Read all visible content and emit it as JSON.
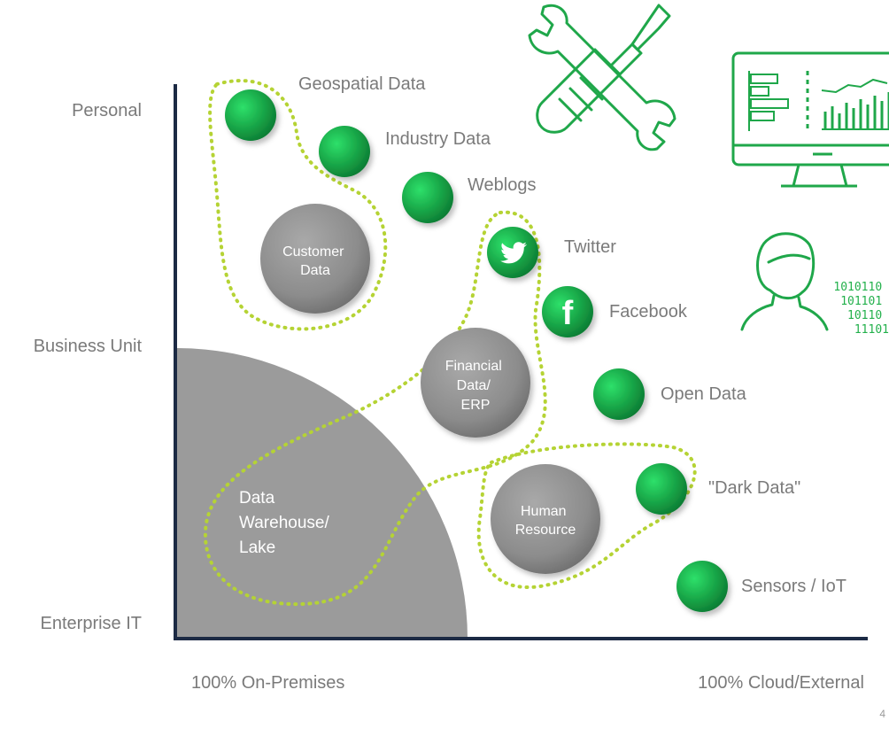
{
  "axes": {
    "y_labels": {
      "personal": "Personal",
      "business_unit": "Business Unit",
      "enterprise_it": "Enterprise IT"
    },
    "x_labels": {
      "on_premises": "100% On-Premises",
      "cloud_external": "100% Cloud/External"
    }
  },
  "bubbles": {
    "geospatial": "Geospatial Data",
    "industry": "Industry Data",
    "weblogs": "Weblogs",
    "twitter": "Twitter",
    "facebook": "Facebook",
    "open_data": "Open Data",
    "dark_data": "\"Dark Data\"",
    "sensors": "Sensors / IoT"
  },
  "gray_bubbles": {
    "customer_data": [
      "Customer",
      "Data"
    ],
    "financial_data": [
      "Financial",
      "Data/",
      "ERP"
    ],
    "human_resource": [
      "Human",
      "Resource"
    ]
  },
  "data_warehouse": [
    "Data",
    "Warehouse/",
    "Lake"
  ],
  "binary_lines": [
    "1010110",
    "101101",
    "10110",
    "11101"
  ],
  "page_number": "4",
  "colors": {
    "green_bubble": "#1aa84a",
    "gray_bubble": "#8f8f8f",
    "axis": "#1c2a44",
    "quarter_circle": "#9b9b9b",
    "dotted_outline": "#b5d334",
    "icon_green": "#1fa74a"
  },
  "icons": [
    "tools-icon",
    "monitor-chart-icon",
    "person-binary-icon",
    "twitter-icon",
    "facebook-icon"
  ]
}
